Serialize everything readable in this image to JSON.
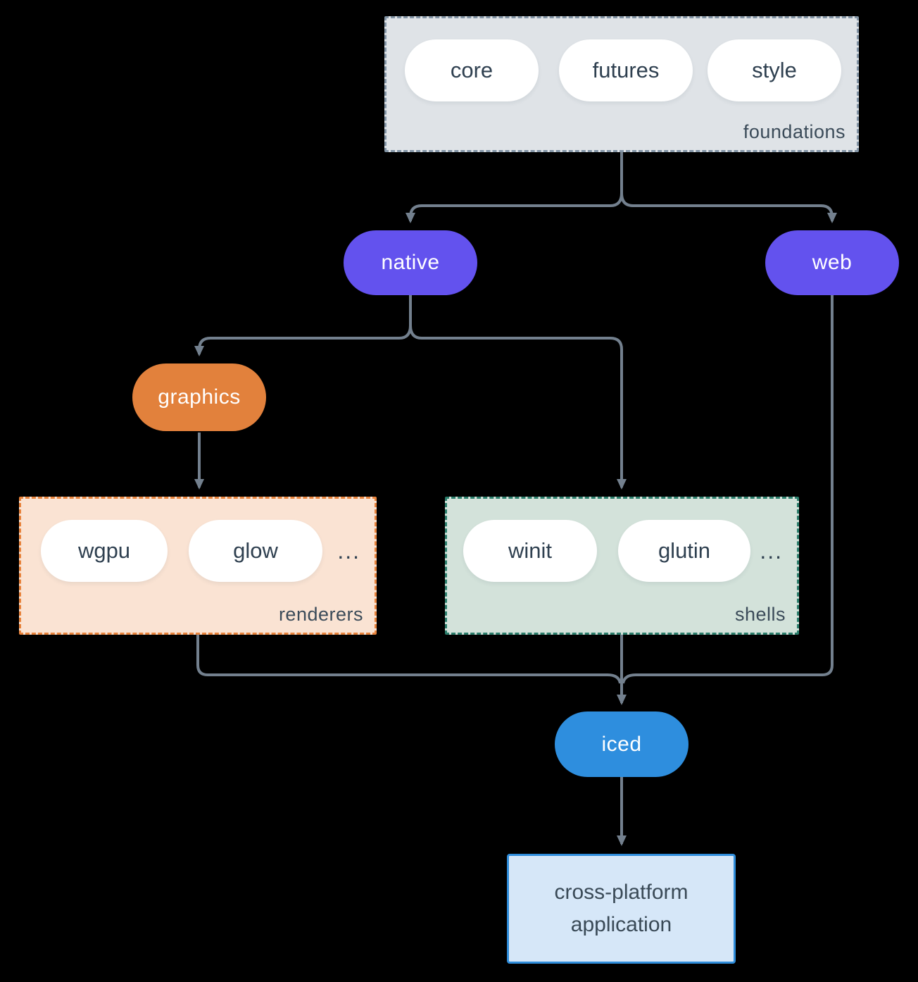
{
  "foundations": {
    "label": "foundations",
    "items": [
      "core",
      "futures",
      "style"
    ]
  },
  "native": {
    "label": "native"
  },
  "web": {
    "label": "web"
  },
  "graphics": {
    "label": "graphics"
  },
  "renderers": {
    "label": "renderers",
    "items": [
      "wgpu",
      "glow"
    ],
    "ellipsis": "..."
  },
  "shells": {
    "label": "shells",
    "items": [
      "winit",
      "glutin"
    ],
    "ellipsis": "..."
  },
  "iced": {
    "label": "iced"
  },
  "application": {
    "label": "cross-platform application"
  },
  "colors": {
    "background": "#000000",
    "foundations_fill": "#dfe3e7",
    "foundations_border": "#8294a5",
    "purple": "#6352ee",
    "orange": "#e2813c",
    "renderers_fill": "#fae3d3",
    "renderers_border": "#e8833c",
    "shells_fill": "#d3e2da",
    "shells_border": "#2b7e6c",
    "blue": "#2e8ede",
    "app_fill": "#d6e7f8",
    "app_border": "#2f8ddb",
    "pill_fill": "#ffffff",
    "text_dark": "#2f4050",
    "text_light": "#ffffff",
    "arrow": "#73808e"
  }
}
